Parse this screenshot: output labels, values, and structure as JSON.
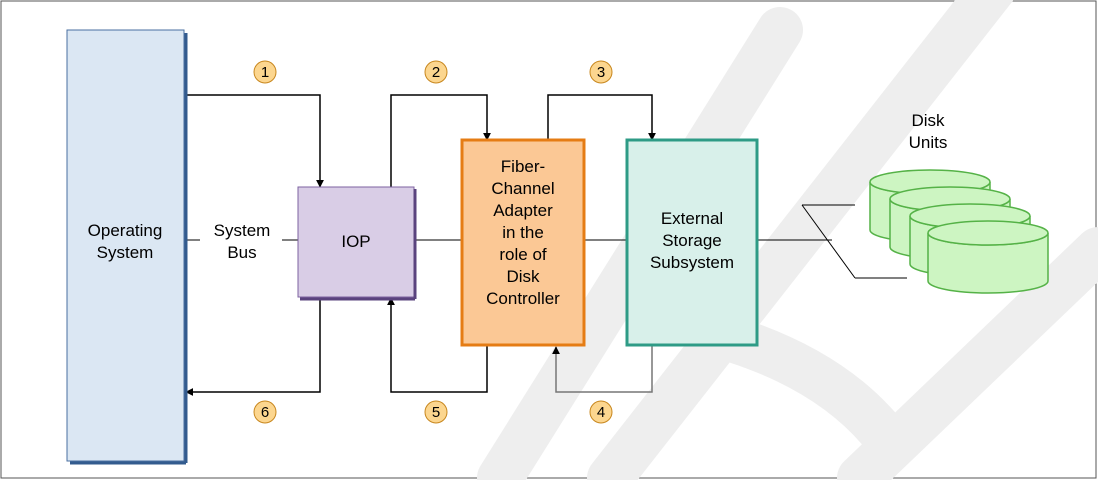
{
  "blocks": {
    "operating_system": [
      "Operating",
      "System"
    ],
    "system_bus": [
      "System",
      "Bus"
    ],
    "iop": [
      "IOP"
    ],
    "fc_adapter": [
      "Fiber-",
      "Channel",
      "Adapter",
      "in the",
      "role of",
      "Disk",
      "Controller"
    ],
    "external_storage": [
      "External",
      "Storage",
      "Subsystem"
    ],
    "disk_units": [
      "Disk",
      "Units"
    ]
  },
  "steps": [
    "1",
    "2",
    "3",
    "4",
    "5",
    "6"
  ],
  "colors": {
    "os_fill": "#dbe7f3",
    "os_border": "#4a6fa0",
    "iop_fill": "#d9cde6",
    "iop_border": "#7d62a0",
    "adapter_fill": "#fbc895",
    "adapter_border": "#e57c14",
    "storage_fill": "#d8f0ea",
    "storage_border": "#2e9b86",
    "disk_fill": "#cdf5c2",
    "disk_border": "#55b247",
    "badge_fill": "#fcd68f",
    "badge_border": "#c8871e",
    "watermark": "#eeeeee"
  }
}
